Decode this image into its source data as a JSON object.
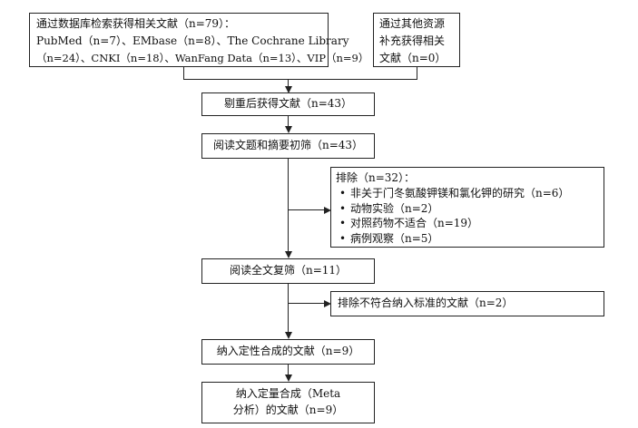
{
  "diagram": {
    "source_db": {
      "line1": "通过数据库检索获得相关文献（n=79）：",
      "line2": "PubMed（n=7）、EMbase（n=8）、The Cochrane Library",
      "line3": "（n=24）、CNKI（n=18）、WanFang Data（n=13）、VIP（n=9）"
    },
    "source_other": {
      "line1": "通过其他资源",
      "line2": "补充获得相关",
      "line3": "文献（n=0）"
    },
    "dedup": "剔重后获得文献（n=43）",
    "screen": "阅读文题和摘要初筛（n=43）",
    "exclude1": {
      "title": "排除（n=32）：",
      "items": [
        "非关于门冬氨酸钾镁和氯化钾的研究（n=6）",
        "动物实验（n=2）",
        "对照药物不适合（n=19）",
        "病例观察（n=5）"
      ]
    },
    "fulltext": "阅读全文复筛（n=11）",
    "exclude2": "排除不符合纳入标准的文献（n=2）",
    "qualitative": "纳入定性合成的文献（n=9）",
    "quantitative": {
      "line1": "纳入定量合成（Meta",
      "line2": "分析）的文献（n=9）"
    }
  }
}
